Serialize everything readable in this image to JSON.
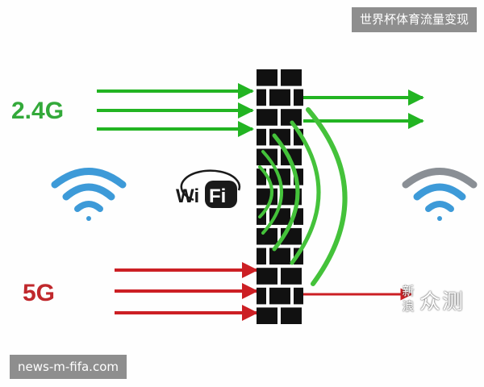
{
  "diagram": {
    "band_24g": {
      "label": "2.4G",
      "color": "#33a93a",
      "arrow_color": "#22b422"
    },
    "band_5g": {
      "label": "5G",
      "color": "#c0282c",
      "arrow_color": "#cc1f24"
    },
    "wifi_logo": {
      "text_part1": "Wi",
      "text_part2": "Fi",
      "color": "#1a1a1a"
    },
    "wifi_icon_left": {
      "icon": "wifi-signal-icon",
      "color": "#3d9ad8"
    },
    "wifi_icon_right": {
      "icon": "wifi-signal-icon",
      "color": "#3d9ad8",
      "top_arc_color": "#8a8f95"
    },
    "wall": {
      "icon": "brick-wall-icon",
      "color": "#111111"
    }
  },
  "watermarks": {
    "top_right": "世界杯体育流量变现",
    "bottom_left": "news-m-fifa.com",
    "brand_square": [
      "新",
      "浪"
    ],
    "brand_word": "众测"
  }
}
